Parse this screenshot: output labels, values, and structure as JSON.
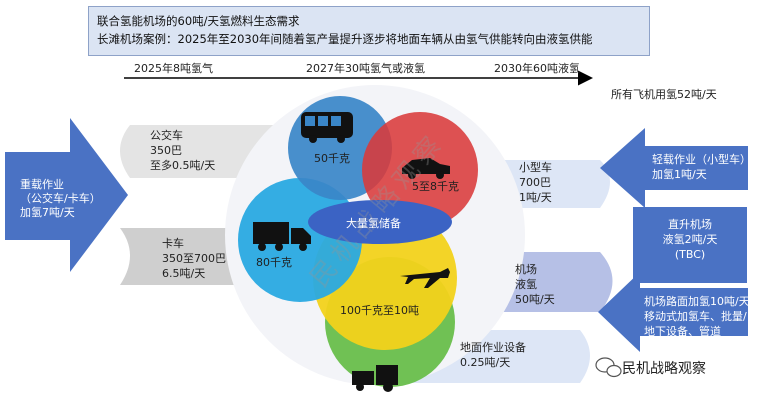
{
  "header": {
    "line1": "联合氢能机场的60吨/天氢燃料生态需求",
    "line2": "长滩机场案例：2025年至2030年间随着氢产量提升逐步将地面车辆从由氢气供能转向由液氢供能"
  },
  "timeline": {
    "t2025": "2025年8吨氢气",
    "t2027": "2027年30吨氢气或液氢",
    "t2030": "2030年60吨液氢"
  },
  "total_aircraft": "所有飞机用氢52吨/天",
  "heavy_duty": {
    "line1": "重载作业",
    "line2": "（公交车/卡车）",
    "line3": "加氢7吨/天"
  },
  "bus": {
    "title": "公交车",
    "pressure": "350巴",
    "amount": "至多0.5吨/天"
  },
  "truck": {
    "title": "卡车",
    "pressure": "350至700巴",
    "amount": "6.5吨/天"
  },
  "car": {
    "title": "小型车",
    "pressure": "700巴",
    "amount": "1吨/天"
  },
  "airport": {
    "title": "机场",
    "fuel": "液氢",
    "amount": "50吨/天"
  },
  "ground": {
    "title": "地面作业设备",
    "amount": "0.25吨/天"
  },
  "light_duty": {
    "line1": "轻载作业（小型车）",
    "line2": "加氢1吨/天"
  },
  "heliport": {
    "line1": "直升机场",
    "line2": "液氢2吨/天",
    "line3": "(TBC)"
  },
  "apron": {
    "line1": "机场路面加氢10吨/天",
    "line2": "移动式加氢车、批量/",
    "line3": "地下设备、管道"
  },
  "circles": {
    "bus_cap": "50千克",
    "car_cap": "5至8千克",
    "truck_cap": "80千克",
    "plane_cap": "100千克至10吨",
    "storage": "大量氢储备"
  },
  "watermark": {
    "text": "民机战略观察"
  },
  "icons": [
    "bus-icon",
    "car-icon",
    "truck-icon",
    "plane-icon",
    "tractor-icon",
    "wechat-icon"
  ],
  "colors": {
    "blue_arrow": "#4a72c4",
    "circle_blue": "#3a86c8",
    "circle_red": "#d93a3a",
    "circle_cyan": "#29a9e1",
    "circle_yellow": "#f2d21b",
    "circle_green": "#6bbf4e",
    "ellipse": "#3b63c4"
  }
}
